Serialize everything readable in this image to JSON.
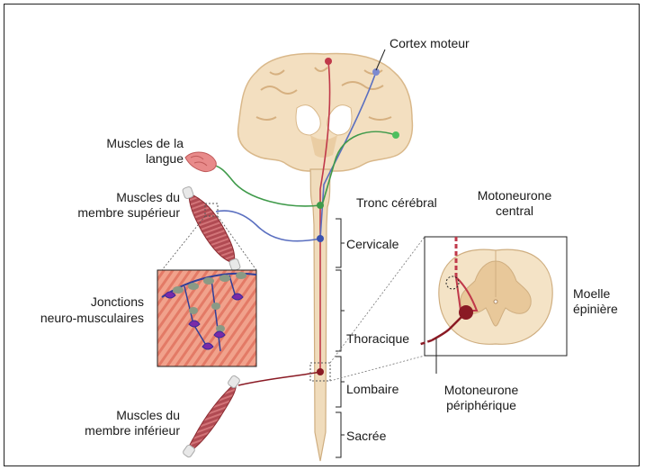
{
  "labels": {
    "cortex": "Cortex moteur",
    "tongue_l1": "Muscles de la",
    "tongue_l2": "langue",
    "upper_l1": "Muscles du",
    "upper_l2": "membre supérieur",
    "brainstem": "Tronc cérébral",
    "central_l1": "Motoneurone",
    "central_l2": "central",
    "cervical": "Cervicale",
    "nmj_l1": "Jonctions",
    "nmj_l2": "neuro-musculaires",
    "cord_l1": "Moelle",
    "cord_l2": "épinière",
    "thoracic": "Thoracique",
    "lumbar": "Lombaire",
    "peripheral_l1": "Motoneurone",
    "peripheral_l2": "périphérique",
    "lower_l1": "Muscles du",
    "lower_l2": "membre inférieur",
    "sacral": "Sacrée"
  },
  "colors": {
    "brain": "#f3dfc0",
    "gyri": "#e9c9a0",
    "cord": "#f0dcbc",
    "tract_red": "#c0394a",
    "tract_blue": "#5a6fc0",
    "tract_green": "#3f9a4a",
    "lower_motor": "#8a1a24",
    "muscle": "#b5545a"
  }
}
